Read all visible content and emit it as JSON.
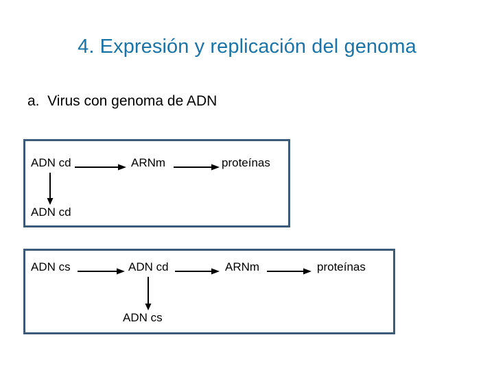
{
  "slide": {
    "title": "4. Expresión y replicación del genoma",
    "subtitle": "a.  Virus con genoma de ADN",
    "title_color": "#1b74a8",
    "box_border_color": "#3d5b78",
    "text_color": "#000000",
    "background_color": "#ffffff"
  },
  "diagrams": [
    {
      "id": "dna-double-stranded",
      "nodes": {
        "start": "ADN cd",
        "mrna": "ARNm",
        "proteins": "proteínas",
        "replication_product": "ADN cd"
      },
      "arrows": [
        {
          "from": "start",
          "to": "mrna",
          "direction": "right"
        },
        {
          "from": "mrna",
          "to": "proteins",
          "direction": "right"
        },
        {
          "from": "start",
          "to": "replication_product",
          "direction": "down"
        }
      ]
    },
    {
      "id": "dna-single-stranded",
      "nodes": {
        "start": "ADN cs",
        "intermediate": "ADN cd",
        "mrna": "ARNm",
        "proteins": "proteínas",
        "replication_product": "ADN cs"
      },
      "arrows": [
        {
          "from": "start",
          "to": "intermediate",
          "direction": "right"
        },
        {
          "from": "intermediate",
          "to": "mrna",
          "direction": "right"
        },
        {
          "from": "mrna",
          "to": "proteins",
          "direction": "right"
        },
        {
          "from": "intermediate",
          "to": "replication_product",
          "direction": "down"
        }
      ]
    }
  ]
}
